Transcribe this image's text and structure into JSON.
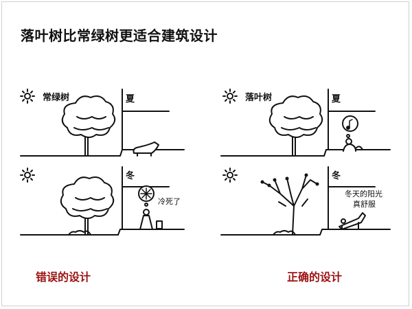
{
  "title": "落叶树比常绿树更适合建筑设计",
  "left_panel": {
    "tree_label": "常绿树",
    "summer_label": "夏",
    "winter_label": "冬",
    "cold_text": "冷死了",
    "caption": "错误的设计"
  },
  "right_panel": {
    "tree_label": "落叶树",
    "summer_label": "夏",
    "winter_label": "冬",
    "sun_text_line1": "冬天的阳光",
    "sun_text_line2": "真舒服",
    "caption": "正确的设计"
  }
}
